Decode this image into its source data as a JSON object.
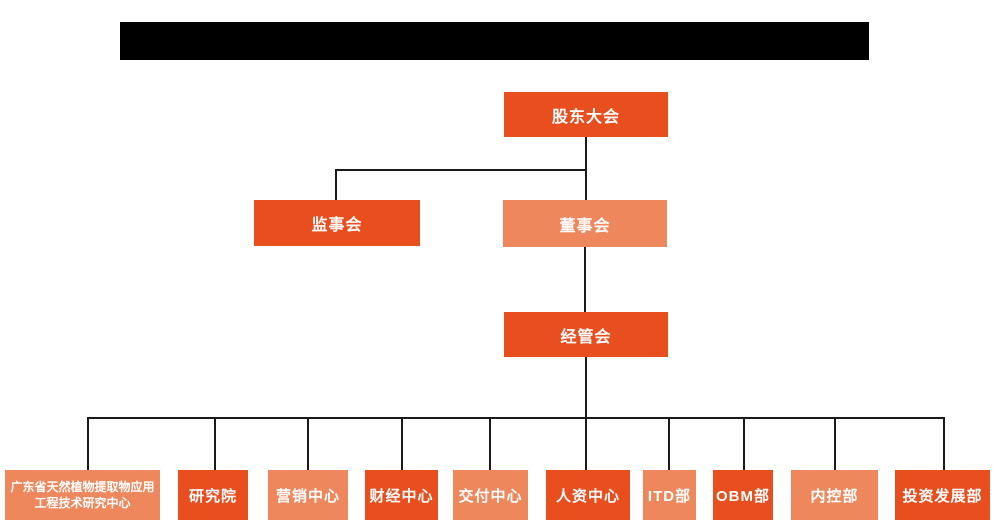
{
  "colors": {
    "primary_dark": "#e84e1e",
    "primary_light": "#ef875d",
    "connector": "#1a1a1a",
    "node_text": "#ffffff",
    "background": "#ffffff"
  },
  "org_chart": {
    "root": {
      "label": "股东大会",
      "variant": "dark"
    },
    "level2": [
      {
        "label": "监事会",
        "variant": "dark"
      },
      {
        "label": "董事会",
        "variant": "light"
      }
    ],
    "level3": {
      "label": "经管会",
      "variant": "dark"
    },
    "departments": [
      {
        "label": "广东省天然植物提取物应用工程技术研究中心",
        "variant": "light"
      },
      {
        "label": "研究院",
        "variant": "dark"
      },
      {
        "label": "营销中心",
        "variant": "light"
      },
      {
        "label": "财经中心",
        "variant": "dark"
      },
      {
        "label": "交付中心",
        "variant": "light"
      },
      {
        "label": "人资中心",
        "variant": "dark"
      },
      {
        "label": "ITD部",
        "variant": "light"
      },
      {
        "label": "OBM部",
        "variant": "dark"
      },
      {
        "label": "内控部",
        "variant": "light"
      },
      {
        "label": "投资发展部",
        "variant": "dark"
      }
    ]
  }
}
